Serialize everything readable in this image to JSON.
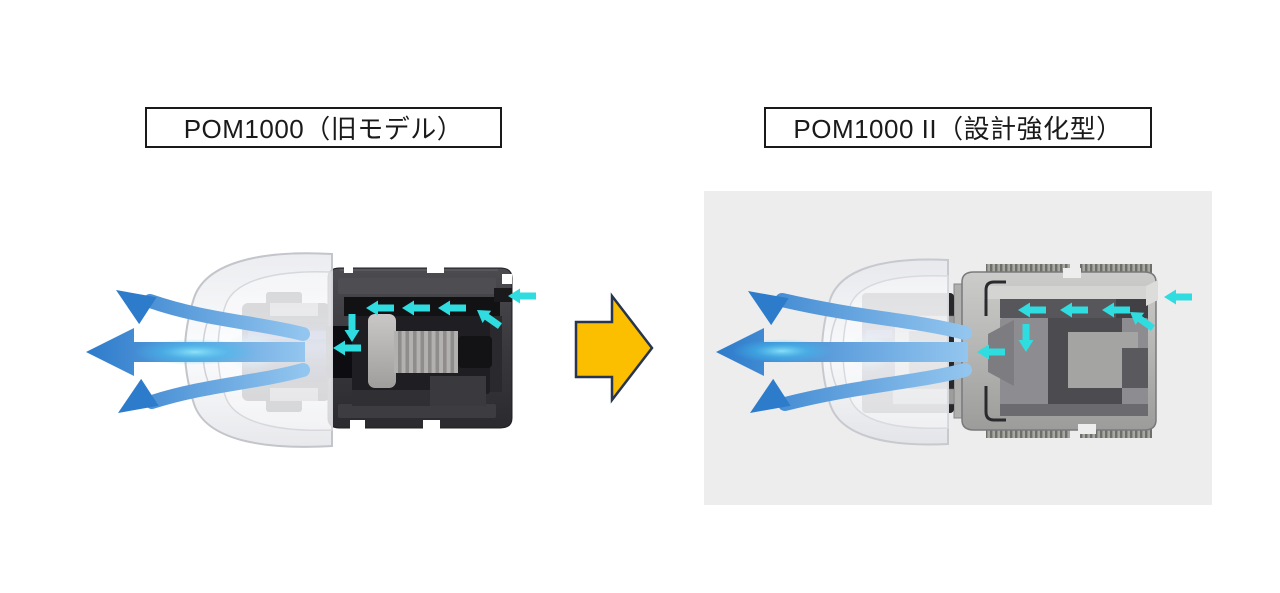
{
  "figure": {
    "left": {
      "title": "POM1000（旧モデル）"
    },
    "right": {
      "title": "POM1000 II（設計強化型）"
    }
  },
  "icons": {
    "upgrade_arrow": "yellow-right-block-arrow",
    "intake_flow_arrow": "small-cyan-flow-arrow",
    "output_flow_arrow": "large-blue-airflow-arrow"
  },
  "colors": {
    "background": "#ffffff",
    "label_border": "#1a1a1a",
    "panel_background": "#ededee",
    "cyan_arrow": "#2fdce0",
    "blue_arrow_deep": "#2d7bcb",
    "blue_arrow_light": "#93c6ef",
    "upgrade_arrow_fill": "#fcbf00",
    "upgrade_arrow_outline": "#27354f",
    "dark_housing": "#39393d",
    "light_housing": "#b5b5b3",
    "nozzle_navy": "#27407f"
  }
}
